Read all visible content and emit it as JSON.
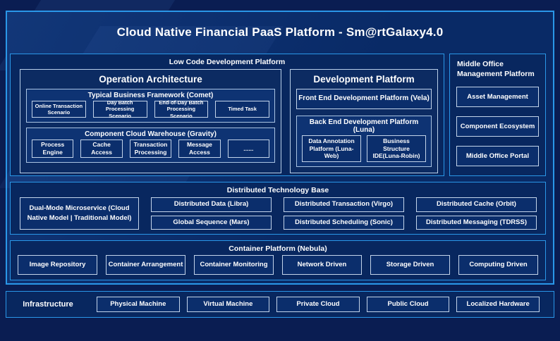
{
  "title": "Cloud Native Financial PaaS Platform - Sm@rtGalaxy4.0",
  "colors": {
    "background": "#0a1d52",
    "panel_fill": "#092a66",
    "accent_border": "#2a97e8",
    "light_border": "#c3d4ea",
    "text": "#ffffff"
  },
  "low_code": {
    "label": "Low Code Development Platform",
    "operation_architecture": {
      "title": "Operation Architecture",
      "typical_business_framework": {
        "label": "Typical Business Framework (Comet)",
        "items": [
          "Online Transaction Scenario",
          "Day Batch Processing Scenario",
          "End-of-Day Batch Processing Scenario",
          "Timed Task"
        ]
      },
      "component_cloud_warehouse": {
        "label": "Component Cloud Warehouse (Gravity)",
        "items": [
          "Process Engine",
          "Cache Access",
          "Transaction Processing",
          "Message Access",
          "......"
        ]
      }
    },
    "development_platform": {
      "title": "Development Platform",
      "front_end": "Front End Development Platform (Vela)",
      "back_end": {
        "label": "Back End Development Platform (Luna)",
        "items": [
          "Data Annotation Platform (Luna-Web)",
          "Business Structure IDE(Luna-Robin)"
        ]
      }
    }
  },
  "middle_office": {
    "label": "Middle Office Management Platform",
    "items": [
      "Asset Management",
      "Component Ecosystem",
      "Middle Office Portal"
    ]
  },
  "distributed_technology_base": {
    "label": "Distributed Technology Base",
    "dual_mode": "Dual-Mode Microservice (Cloud Native Model | Traditional Model)",
    "columns": [
      [
        "Distributed Data (Libra)",
        "Global Sequence (Mars)"
      ],
      [
        "Distributed Transaction (Virgo)",
        "Distributed Scheduling (Sonic)"
      ],
      [
        "Distributed Cache (Orbit)",
        "Distributed Messaging (TDRSS)"
      ]
    ]
  },
  "container_platform": {
    "label": "Container Platform (Nebula)",
    "items": [
      "Image Repository",
      "Container Arrangement",
      "Container Monitoring",
      "Network Driven",
      "Storage Driven",
      "Computing Driven"
    ]
  },
  "infrastructure": {
    "label": "Infrastructure",
    "items": [
      "Physical Machine",
      "Virtual Machine",
      "Private Cloud",
      "Public Cloud",
      "Localized Hardware"
    ]
  }
}
